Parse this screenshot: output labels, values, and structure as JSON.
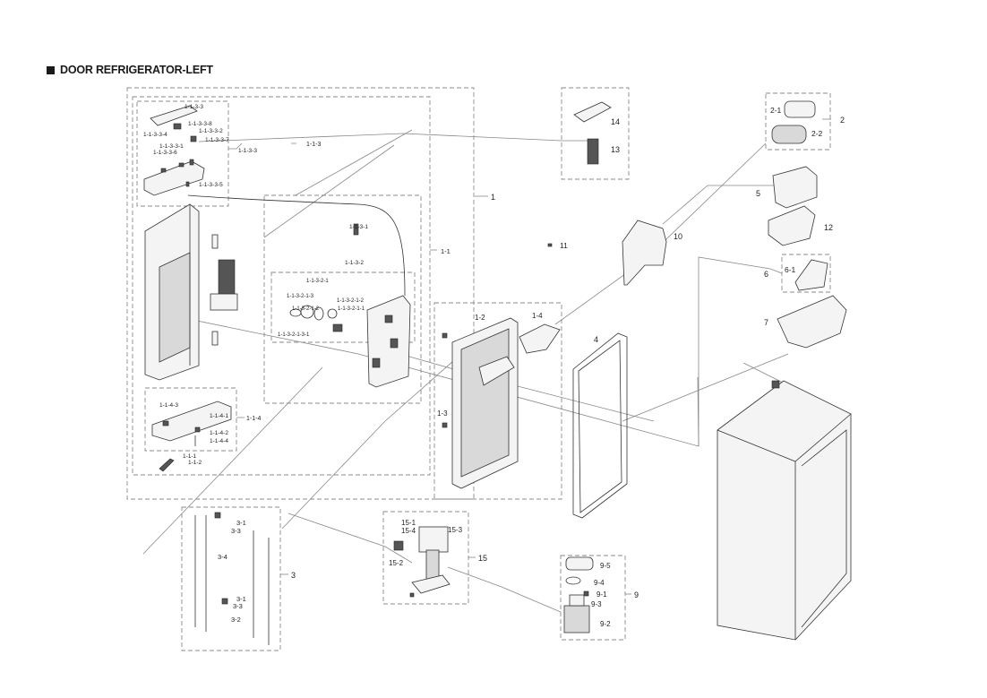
{
  "page": {
    "title": "DOOR REFRIGERATOR-LEFT"
  },
  "labels": {
    "l_1_1_3_3_top": "1-1-3-3",
    "l_1_1_3_3_8": "1-1-3-3-8",
    "l_1_1_3_3_4": "1-1-3-3-4",
    "l_1_1_3_3_2": "1-1-3-3-2",
    "l_1_1_3_3_7": "1-1-3-3-7",
    "l_1_1_3_3_1": "1-1-3-3-1",
    "l_1_1_3_3_6": "1-1-3-3-6",
    "l_1_1_3_3": "1-1-3-3",
    "l_1_1_3_3_5": "1-1-3-3-5",
    "l_1_1_3": "1-1-3",
    "l_1": "1",
    "l_1_1": "1-1",
    "l_1_1_3_1": "1-1-3-1",
    "l_1_1_3_2": "1-1-3-2",
    "l_1_1_3_2_1": "1-1-3-2-1",
    "l_1_1_3_2_1_3": "1-1-3-2-1-3",
    "l_1_1_3_2_1_2_top": "1-1-3-2-1-2",
    "l_1_1_3_2_1_2": "1-1-3-2-1-2",
    "l_1_1_3_2_1_1": "1-1-3-2-1-1",
    "l_1_1_3_2_1_3_1": "1-1-3-2-1-3-1",
    "l_1_2": "1-2",
    "l_1_4": "1-4",
    "l_1_3": "1-3",
    "l_4": "4",
    "l_1_1_4_3": "1-1-4-3",
    "l_1_1_4_1": "1-1-4-1",
    "l_1_1_4": "1-1-4",
    "l_1_1_4_2": "1-1-4-2",
    "l_1_1_4_4": "1-1-4-4",
    "l_1_1_1": "1-1-1",
    "l_1_1_2": "1-1-2",
    "l_14": "14",
    "l_13": "13",
    "l_2_1": "2-1",
    "l_2": "2",
    "l_2_2": "2-2",
    "l_5": "5",
    "l_12": "12",
    "l_10": "10",
    "l_11": "11",
    "l_6": "6",
    "l_6_1": "6-1",
    "l_7": "7",
    "l_3_1_top": "3-1",
    "l_3_3_top": "3-3",
    "l_3_4": "3-4",
    "l_3": "3",
    "l_3_1": "3-1",
    "l_3_3": "3-3",
    "l_3_2": "3-2",
    "l_15_1": "15-1",
    "l_15_4": "15-4",
    "l_15_3": "15-3",
    "l_15": "15",
    "l_15_2": "15-2",
    "l_9_5": "9-5",
    "l_9_4": "9-4",
    "l_9_1": "9-1",
    "l_9": "9",
    "l_9_3": "9-3",
    "l_9_2": "9-2"
  }
}
